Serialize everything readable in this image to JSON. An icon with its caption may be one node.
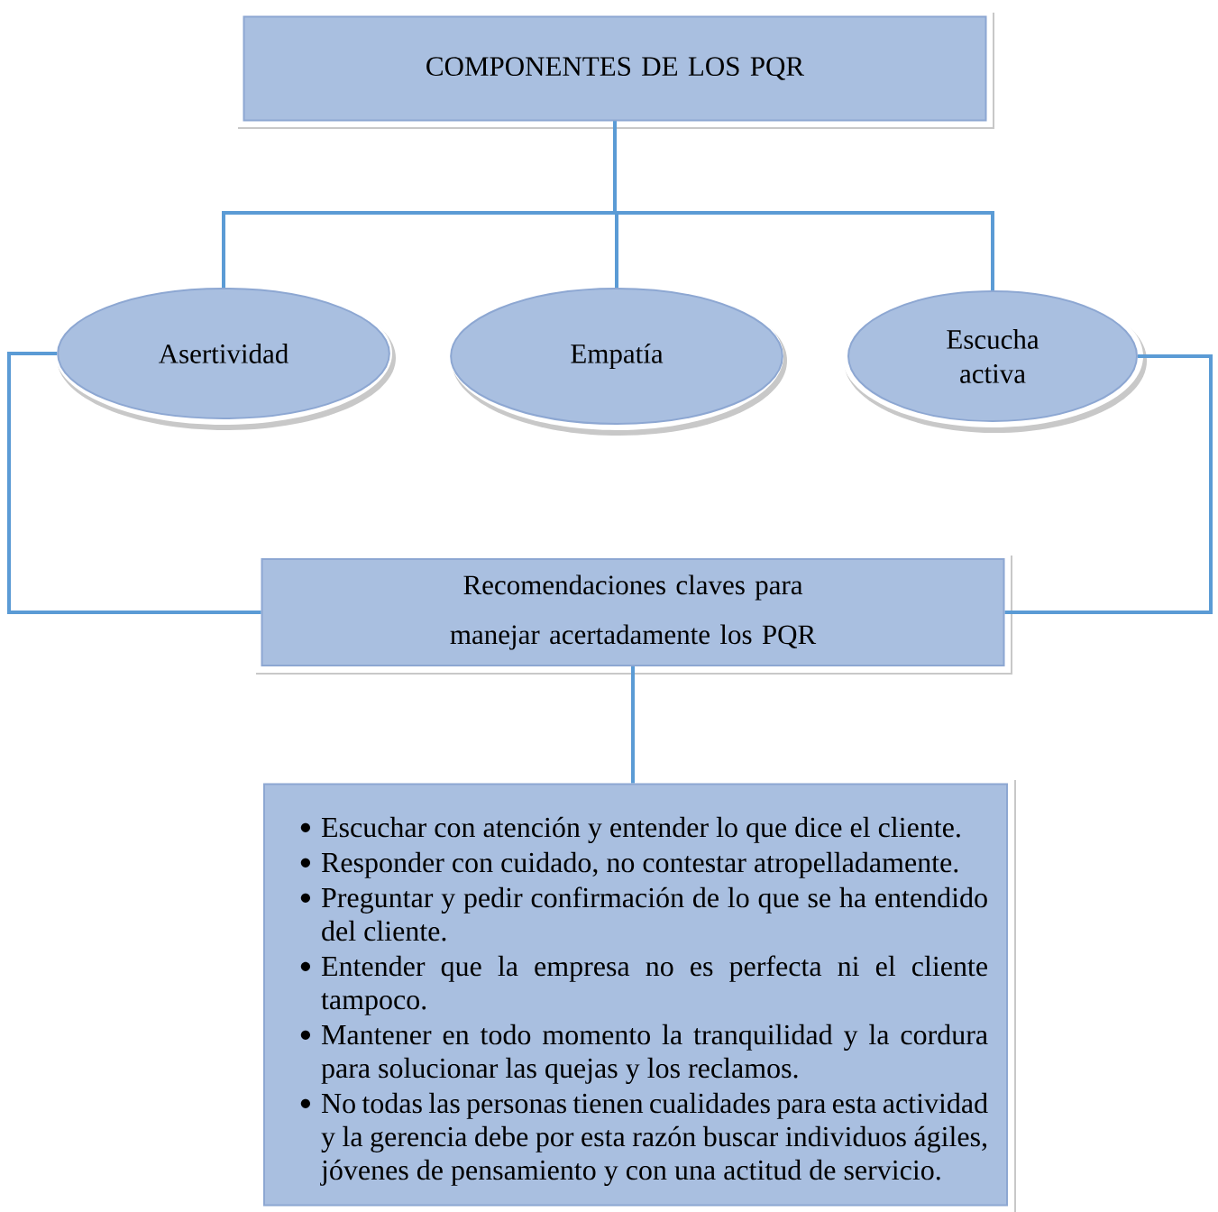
{
  "diagram": {
    "nodes": [
      {
        "text": [
          "COMPONENTES DE LOS PQR"
        ]
      },
      {
        "text": [
          "Asertividad"
        ]
      },
      {
        "text": [
          "Empatía"
        ]
      },
      {
        "text": [
          "Escucha activa"
        ]
      },
      {
        "text": [
          "Recomendaciones claves para manejar acertadamente los PQR"
        ]
      },
      {
        "text": [
          "Escuchar con atención y entender lo que dice el cliente.",
          "Responder con cuidado, no contestar atropelladamente.",
          "Preguntar y pedir confirmación de lo que se ha entendido del cliente.",
          "Entender que la empresa no es perfecta ni el cliente tampoco.",
          "Mantener en todo momento la tranquilidad y la cordura para solucionar las quejas y los reclamos.",
          "No todas las personas tienen cualidades para esta actividad y la gerencia debe por esta razón buscar individuos ágiles, jóvenes de pensamiento y con una actitud de servicio."
        ]
      }
    ],
    "edges": [
      {
        "from": 0,
        "to": 1,
        "arrow": "none"
      },
      {
        "from": 0,
        "to": 2,
        "arrow": "none"
      },
      {
        "from": 0,
        "to": 3,
        "arrow": "none"
      },
      {
        "from": 1,
        "to": 4,
        "arrow": "none"
      },
      {
        "from": 3,
        "to": 4,
        "arrow": "none"
      },
      {
        "from": 4,
        "to": 5,
        "arrow": "none"
      }
    ]
  }
}
